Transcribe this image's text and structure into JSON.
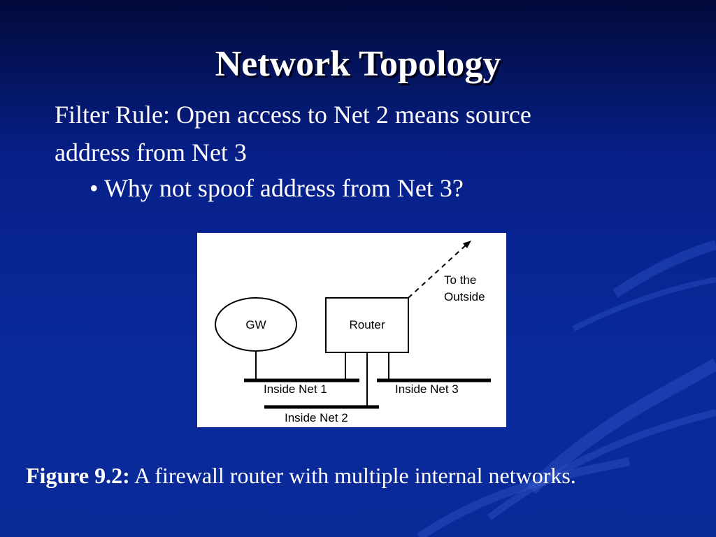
{
  "slide": {
    "title": "Network Topology",
    "body_line_1": "Filter Rule: Open access to Net 2 means source",
    "body_line_2": "address from Net 3",
    "bullet": "• Why not spoof address from Net 3?"
  },
  "diagram": {
    "gw": "GW",
    "router": "Router",
    "outside_line_1": "To the",
    "outside_line_2": "Outside",
    "net1": "Inside Net 1",
    "net2": "Inside Net 2",
    "net3": "Inside Net 3"
  },
  "caption": {
    "label": "Figure 9.2:",
    "text": " A firewall router with multiple internal networks."
  },
  "colors": {
    "background": "#0a2a9c",
    "text": "#ffffff"
  }
}
